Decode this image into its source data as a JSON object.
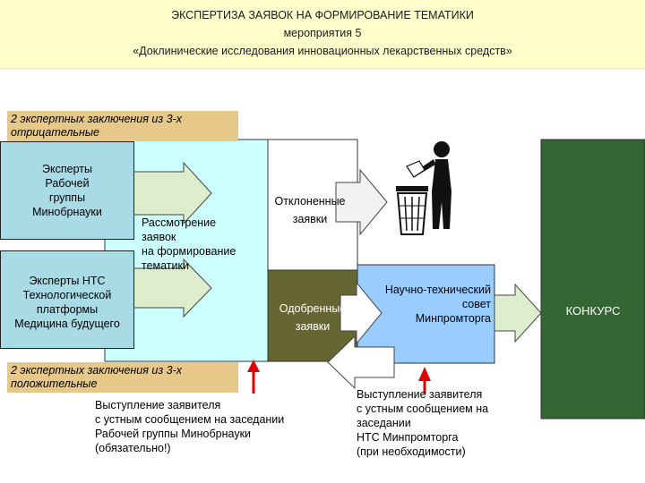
{
  "header": {
    "line1": "ЭКСПЕРТИЗА ЗАЯВОК НА ФОРМИРОВАНИЕ ТЕМАТИКИ",
    "line2": "мероприятия 5",
    "line3": "«Доклинические исследования инновационных лекарственных средств»"
  },
  "labels": {
    "negative_l1": "2 экспертных заключения из 3-х",
    "negative_l2": "отрицательные",
    "positive_l1": "2 экспертных заключения из 3-х",
    "positive_l2": "положительные"
  },
  "experts": {
    "group_lines": [
      "Эксперты",
      "Рабочей",
      "группы",
      "Минобрнауки"
    ],
    "nts_lines": [
      "Эксперты НТС",
      "Технологической",
      "платформы",
      "Медицина будущего"
    ]
  },
  "review": {
    "lines": [
      "Рассмотрение",
      "заявок",
      "на формирование",
      "тематики"
    ]
  },
  "rejected": {
    "lines": [
      "Отклоненные",
      "заявки"
    ]
  },
  "approved": {
    "lines": [
      "Одобренные",
      "заявки"
    ]
  },
  "council": {
    "lines": [
      "Научно-технический",
      "совет",
      "Минпромторга"
    ]
  },
  "contest": {
    "label": "КОНКУРС"
  },
  "notes": {
    "left_lines": [
      "Выступление заявителя",
      "с устным сообщением на заседании",
      "Рабочей группы Минобрнауки",
      "(обязательно!)"
    ],
    "right_lines": [
      "Выступление заявителя",
      "с устным сообщением на",
      "заседании",
      "НТС Минпромторга",
      "(при необходимости)"
    ]
  },
  "colors": {
    "header_bg": "#ffffcc",
    "label_bg": "#e6c98a",
    "expert_bg": "#a9dbe6",
    "review_bg": "#ccffff",
    "approved_bg": "#666633",
    "council_bg": "#99ccff",
    "contest_bg": "#336633",
    "red_arrow": "#e00000"
  },
  "icons": {
    "trash": "person-throwing-trash-icon"
  }
}
